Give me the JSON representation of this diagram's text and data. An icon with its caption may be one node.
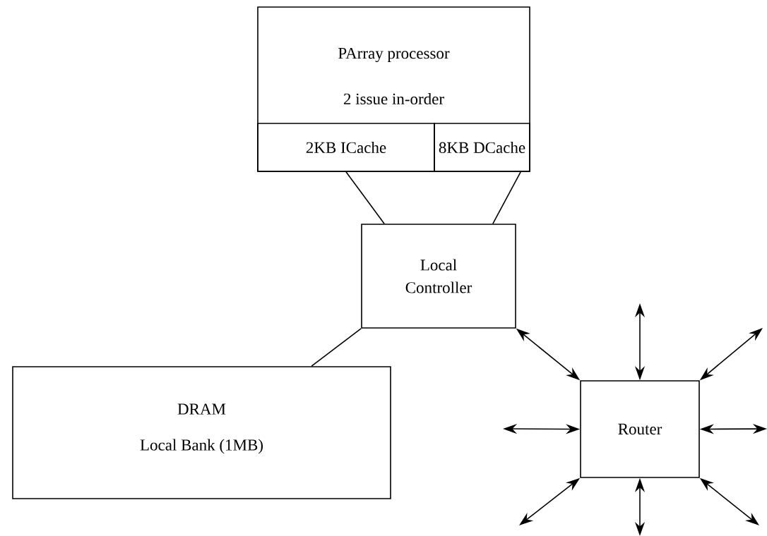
{
  "diagram": {
    "nodes": [
      {
        "text": [
          "PArray processor",
          "2 issue in-order"
        ]
      },
      {
        "text": [
          "2KB ICache"
        ],
        "in": 0
      },
      {
        "text": [
          "8KB DCache"
        ],
        "in": 0
      },
      {
        "text": [
          "Local Controller"
        ]
      },
      {
        "text": [
          "DRAM",
          "Local Bank (1MB)"
        ]
      },
      {
        "text": [
          "Router"
        ]
      }
    ],
    "edges": [
      {
        "from": 1,
        "to": 3,
        "arrow": "none"
      },
      {
        "from": 2,
        "to": 3,
        "arrow": "none"
      },
      {
        "from": 3,
        "to": 4,
        "arrow": "none"
      },
      {
        "from": 3,
        "to": 5,
        "arrow": "both"
      },
      {
        "from": 5,
        "to": null,
        "arrow": "both"
      },
      {
        "from": 5,
        "to": null,
        "arrow": "both"
      },
      {
        "from": 5,
        "to": null,
        "arrow": "both"
      },
      {
        "from": 5,
        "to": null,
        "arrow": "both"
      },
      {
        "from": 5,
        "to": null,
        "arrow": "both"
      },
      {
        "from": 5,
        "to": null,
        "arrow": "both"
      },
      {
        "from": 5,
        "to": null,
        "arrow": "both"
      }
    ]
  }
}
